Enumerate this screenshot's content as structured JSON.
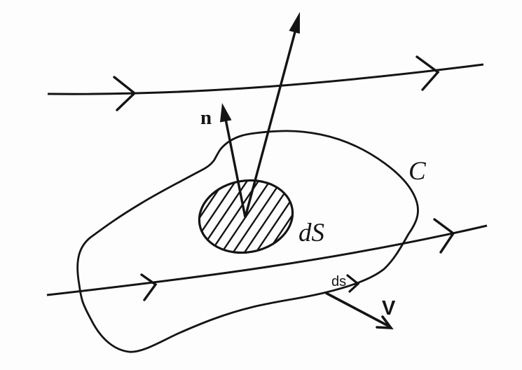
{
  "figure": {
    "labels": {
      "normal_vector": "n",
      "closed_curve": "C",
      "surface_element": "dS",
      "arc_element": "ds",
      "velocity_vector": "V"
    },
    "colors": {
      "ink": "#141414",
      "paper": "#fdfdfd"
    }
  }
}
